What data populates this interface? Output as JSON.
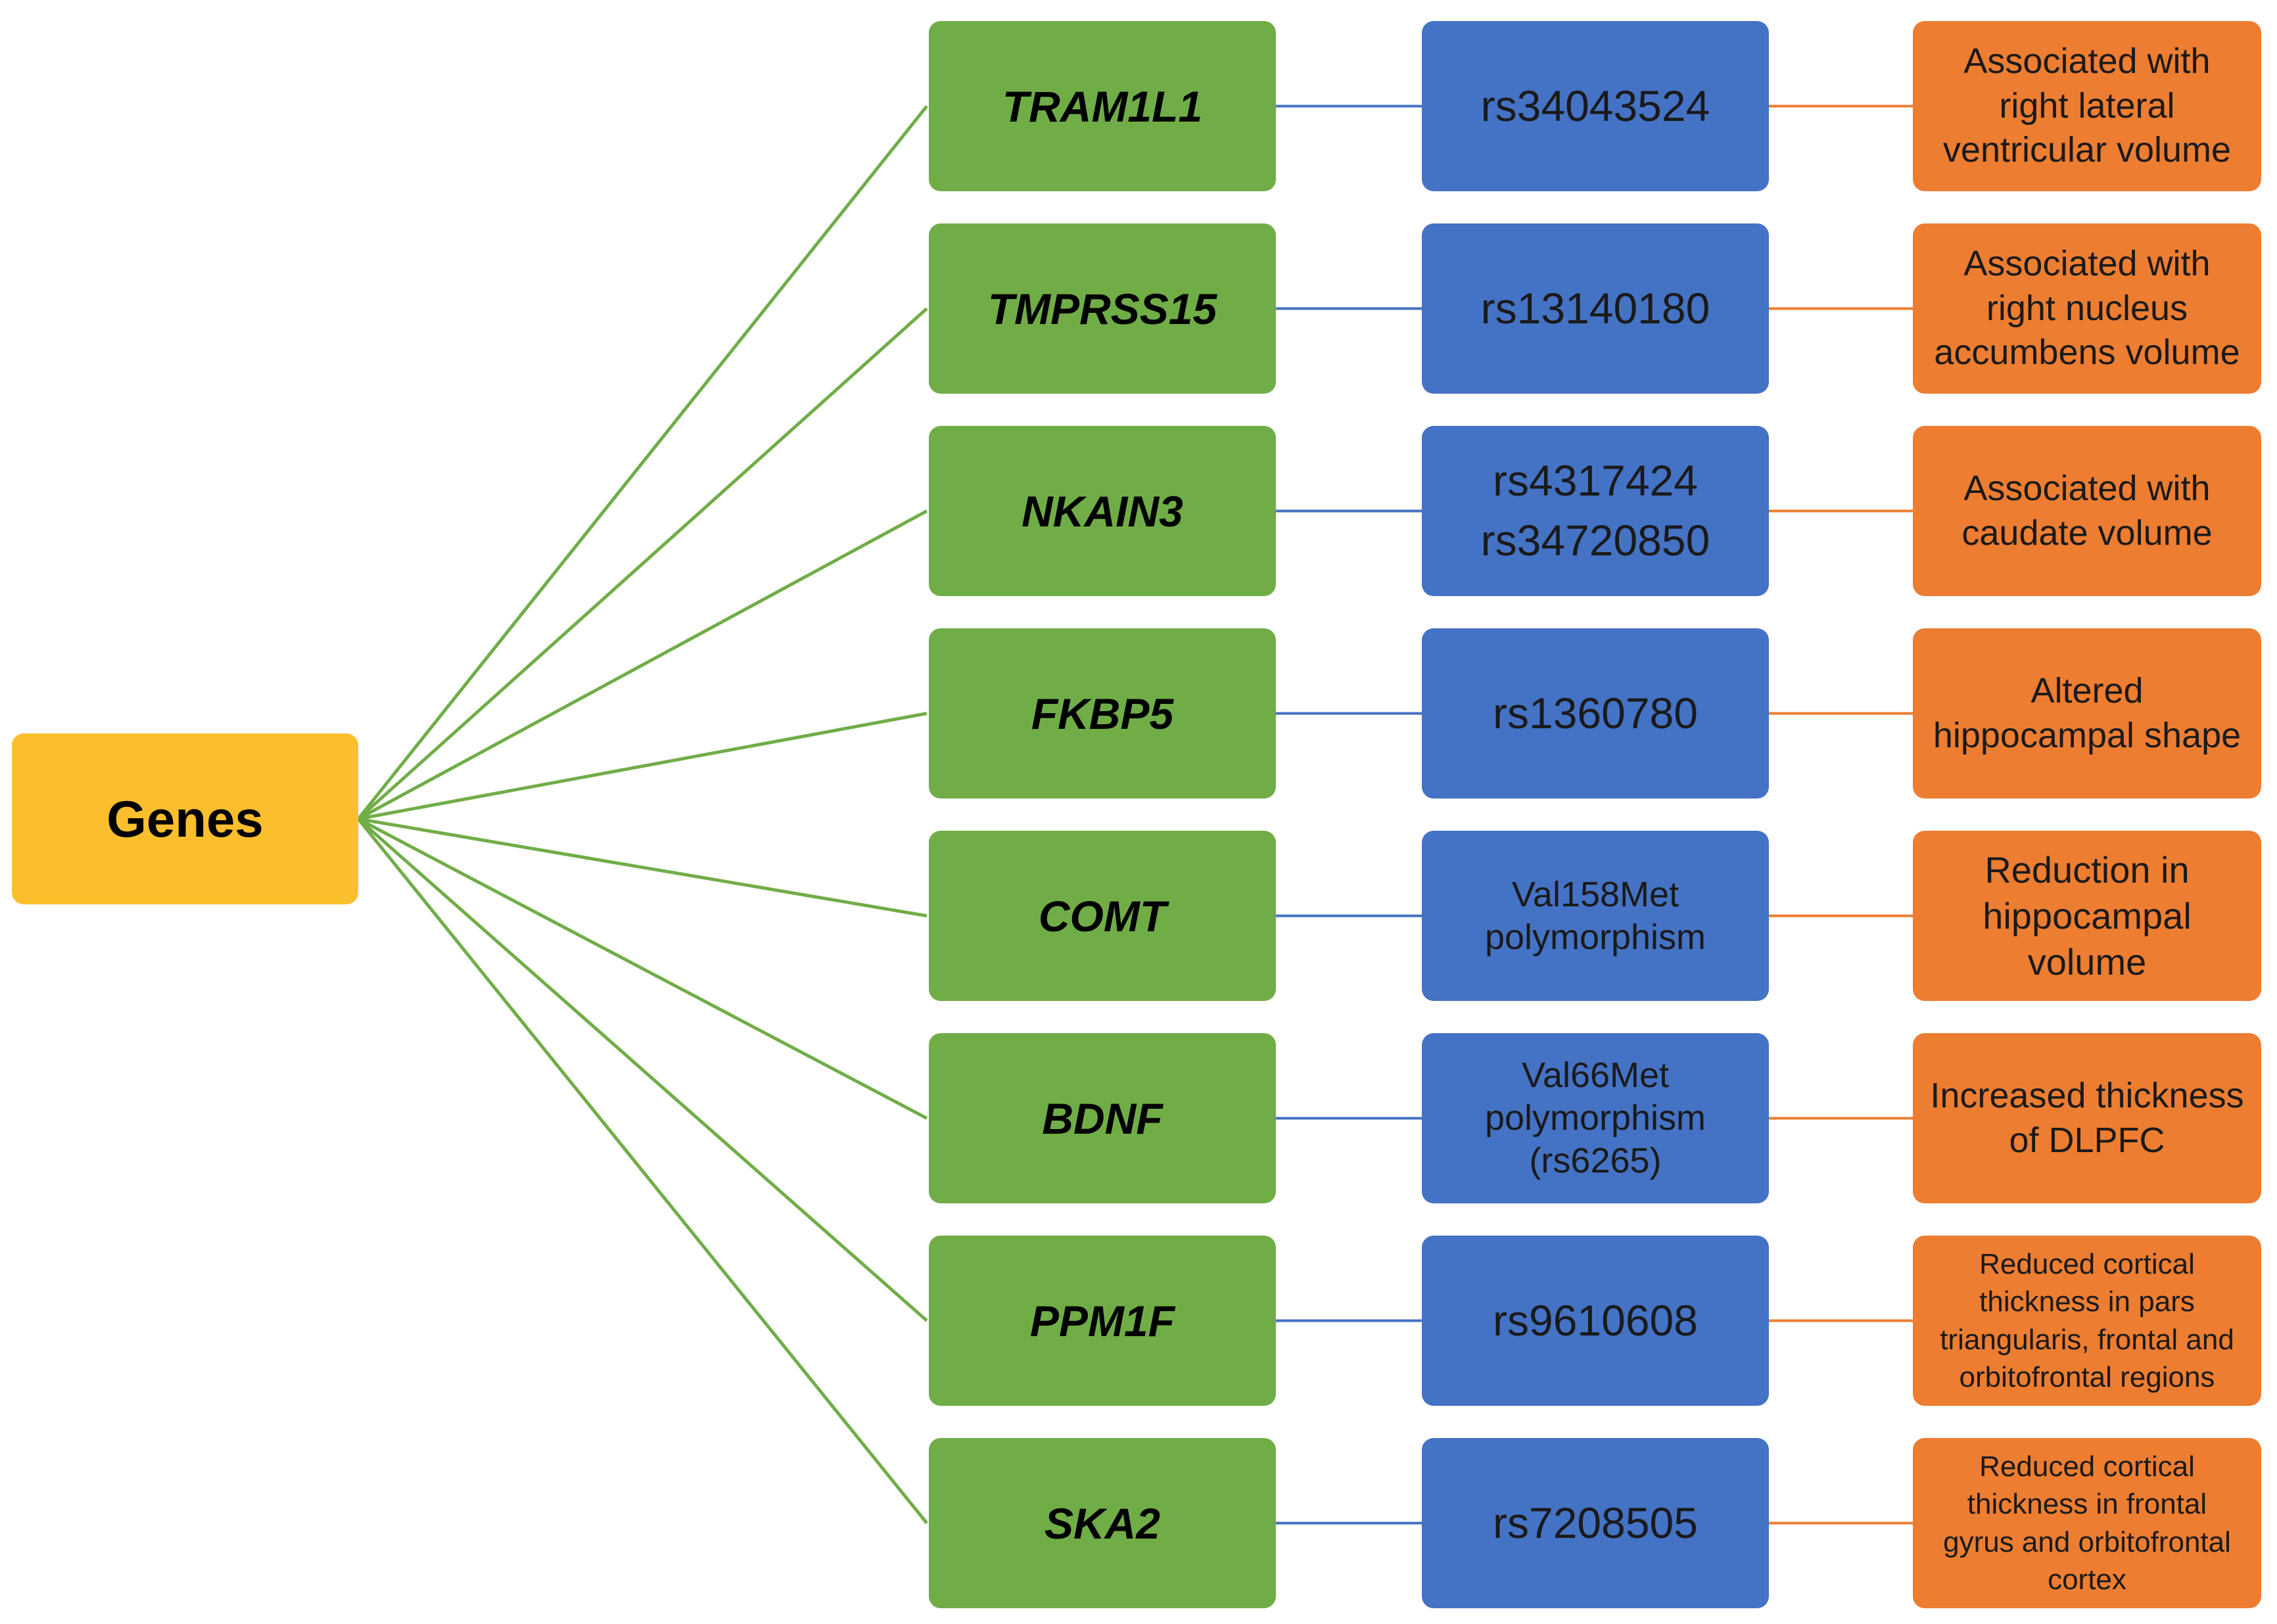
{
  "root": {
    "label": "Genes"
  },
  "rows": [
    {
      "gene": "TRAM1L1",
      "snps": [
        "rs34043524"
      ],
      "effect": "Associated with\nright lateral\nventricular volume"
    },
    {
      "gene": "TMPRSS15",
      "snps": [
        "rs13140180"
      ],
      "effect": "Associated with\nright nucleus\naccumbens volume"
    },
    {
      "gene": "NKAIN3",
      "snps": [
        "rs4317424",
        "rs34720850"
      ],
      "effect": "Associated with\ncaudate volume"
    },
    {
      "gene": "FKBP5",
      "snps": [
        "rs1360780"
      ],
      "effect": "Altered\nhippocampal shape"
    },
    {
      "gene": "COMT",
      "snps": [
        "Val158Met",
        "polymorphism"
      ],
      "effect": "Reduction in\nhippocampal\nvolume"
    },
    {
      "gene": "BDNF",
      "snps": [
        "Val66Met",
        "polymorphism",
        "(rs6265)"
      ],
      "effect": "Increased thickness\nof DLPFC"
    },
    {
      "gene": "PPM1F",
      "snps": [
        "rs9610608"
      ],
      "effect": "Reduced cortical\nthickness in pars\ntriangularis, frontal and\norbitofrontal regions"
    },
    {
      "gene": "SKA2",
      "snps": [
        "rs7208505"
      ],
      "effect": "Reduced cortical\nthickness in frontal\ngyrus and orbitofrontal\ncortex"
    }
  ],
  "colors": {
    "root_fill": "#FBBF2D",
    "gene_fill": "#70AD47",
    "snp_fill": "#4472C4",
    "effect_fill": "#ED7D31",
    "gene_connector": "#70AD47",
    "snp_connector": "#4472C4",
    "effect_connector": "#ED7D31"
  }
}
